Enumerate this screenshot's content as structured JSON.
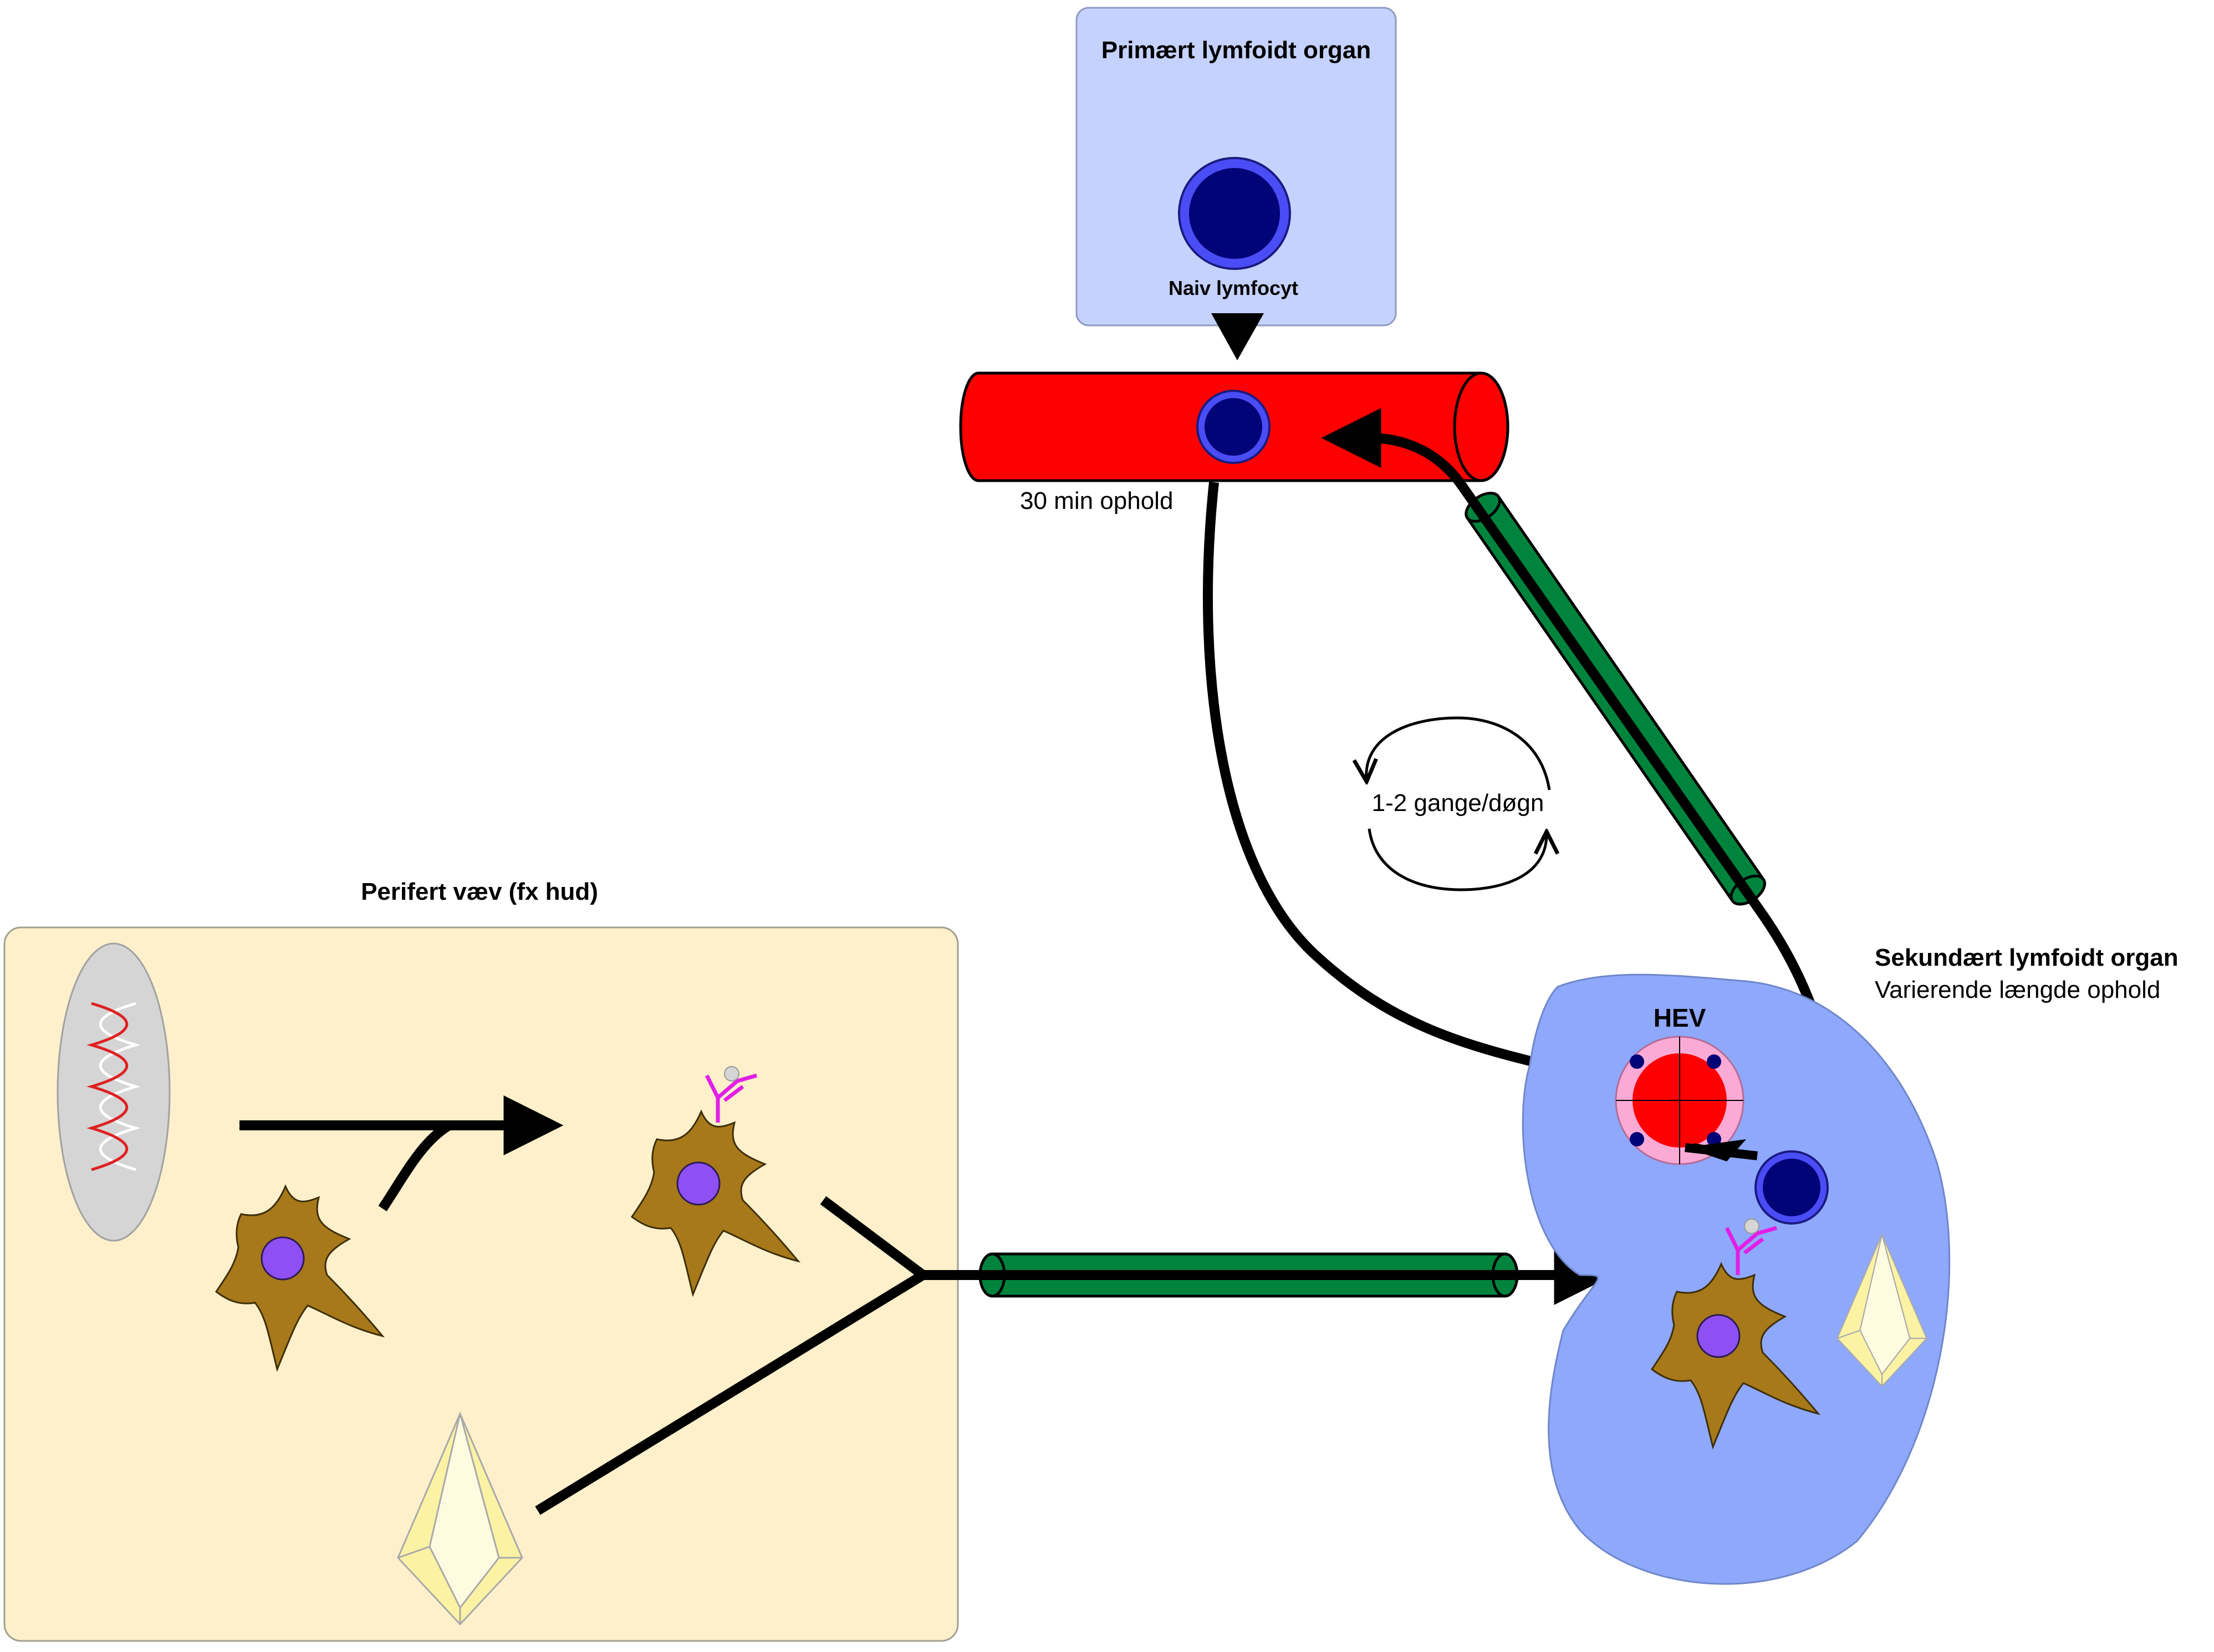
{
  "labels": {
    "primary_organ": "Primært lymfoidt organ",
    "naive_lymphocyte": "Naiv lymfocyt",
    "blood_stay": "30 min ophold",
    "cycle": "1-2 gange/døgn",
    "peripheral_tissue": "Perifert væv (fx hud)",
    "secondary_organ_title": "Sekundært lymfoidt organ",
    "secondary_organ_stay": "Varierende længde ophold",
    "hev": "HEV"
  },
  "colors": {
    "primary_box_fill": "#c5d2fd",
    "primary_box_stroke": "#8f9bc2",
    "blood_vessel": "#ff0000",
    "lymphatic_vessel": "#00843d",
    "lymphocyte_outer": "#4a4df5",
    "lymphocyte_inner": "#010477",
    "peripheral_box_fill": "#fdf0cb",
    "secondary_organ_fill": "#8ea8fc",
    "dendritic_cell": "#a7791a",
    "dendritic_nucleus": "#8e4ff3",
    "antibody": "#e31ee6",
    "pathogen_fill": "#d5d5d5",
    "dna_red": "#e02020",
    "crystal_fill": "#fbf2a4",
    "hev_outer": "#fbaad6",
    "hev_inner": "#ff0000"
  },
  "icons": [
    "naive-lymphocyte-icon",
    "dendritic-cell-icon",
    "dna-pathogen-icon",
    "crystal-antigen-icon",
    "antibody-receptor-icon",
    "hev-icon",
    "cycle-arrows-icon"
  ]
}
